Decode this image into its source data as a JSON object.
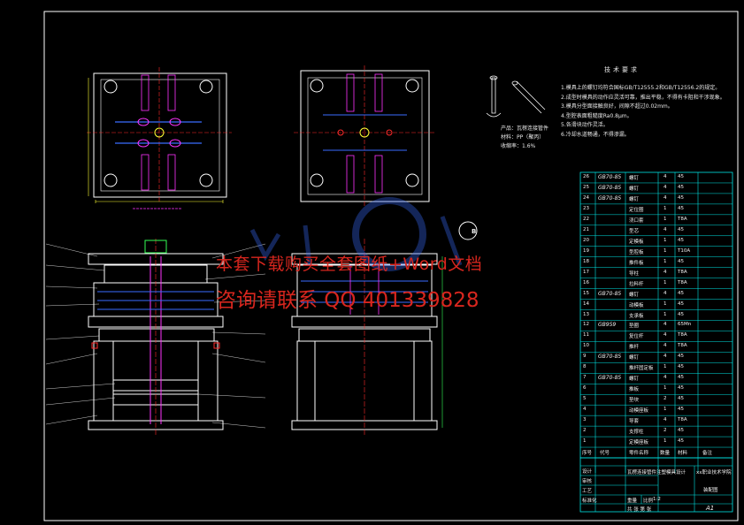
{
  "watermark": {
    "line1": "本套下载购买全套图纸+Word文档",
    "line2": "咨询请联系 QQ 401339828",
    "color": "#d7261e"
  },
  "technical_requirements": {
    "title": "技术要求",
    "items": [
      "1.模具上的螺钉均符合国标GB/T12555.2和GB/T12556.2的规定。",
      "2.成型时模具的动作应灵活可靠，推出平稳，不得有卡阻和干涉现象。",
      "3.模具分型面接触良好，间隙不超过0.02mm。",
      "4.型腔表面粗糙度Ra0.8μm。",
      "5.各滑块动作灵活。",
      "6.冷却水道畅通，不得渗漏。"
    ]
  },
  "part_note": {
    "lines": [
      "产品：瓦楞连接管件",
      "材料：PP（聚丙）",
      "收缩率：1.6%"
    ]
  },
  "bom": {
    "rows": [
      {
        "no": "26",
        "std": "GB70-85",
        "name": "螺钉",
        "qty": "4",
        "mat": "45"
      },
      {
        "no": "25",
        "std": "GB70-85",
        "name": "螺钉",
        "qty": "4",
        "mat": "45"
      },
      {
        "no": "24",
        "std": "GB70-85",
        "name": "螺钉",
        "qty": "4",
        "mat": "45"
      },
      {
        "no": "23",
        "std": "",
        "name": "定位圈",
        "qty": "1",
        "mat": "45"
      },
      {
        "no": "22",
        "std": "",
        "name": "浇口套",
        "qty": "1",
        "mat": "T8A"
      },
      {
        "no": "21",
        "std": "",
        "name": "型芯",
        "qty": "4",
        "mat": "45"
      },
      {
        "no": "20",
        "std": "",
        "name": "定模板",
        "qty": "1",
        "mat": "45"
      },
      {
        "no": "19",
        "std": "",
        "name": "型腔板",
        "qty": "1",
        "mat": "T10A"
      },
      {
        "no": "18",
        "std": "",
        "name": "推件板",
        "qty": "1",
        "mat": "45"
      },
      {
        "no": "17",
        "std": "",
        "name": "导柱",
        "qty": "4",
        "mat": "T8A"
      },
      {
        "no": "16",
        "std": "",
        "name": "拉料杆",
        "qty": "1",
        "mat": "T8A"
      },
      {
        "no": "15",
        "std": "GB70-85",
        "name": "螺钉",
        "qty": "4",
        "mat": "45"
      },
      {
        "no": "14",
        "std": "",
        "name": "动模板",
        "qty": "1",
        "mat": "45"
      },
      {
        "no": "13",
        "std": "",
        "name": "支承板",
        "qty": "1",
        "mat": "45"
      },
      {
        "no": "12",
        "std": "GB959",
        "name": "垫圈",
        "qty": "4",
        "mat": "65Mn"
      },
      {
        "no": "11",
        "std": "",
        "name": "复位杆",
        "qty": "4",
        "mat": "T8A"
      },
      {
        "no": "10",
        "std": "",
        "name": "推杆",
        "qty": "4",
        "mat": "T8A"
      },
      {
        "no": "9",
        "std": "GB70-85",
        "name": "螺钉",
        "qty": "4",
        "mat": "45"
      },
      {
        "no": "8",
        "std": "",
        "name": "推杆固定板",
        "qty": "1",
        "mat": "45"
      },
      {
        "no": "7",
        "std": "GB70-85",
        "name": "螺钉",
        "qty": "4",
        "mat": "45"
      },
      {
        "no": "6",
        "std": "",
        "name": "推板",
        "qty": "1",
        "mat": "45"
      },
      {
        "no": "5",
        "std": "",
        "name": "垫块",
        "qty": "2",
        "mat": "45"
      },
      {
        "no": "4",
        "std": "",
        "name": "动模座板",
        "qty": "1",
        "mat": "45"
      },
      {
        "no": "3",
        "std": "",
        "name": "导套",
        "qty": "4",
        "mat": "T8A"
      },
      {
        "no": "2",
        "std": "",
        "name": "支撑柱",
        "qty": "2",
        "mat": "45"
      },
      {
        "no": "1",
        "std": "",
        "name": "定模座板",
        "qty": "1",
        "mat": "45"
      }
    ],
    "header": [
      "序号",
      "代号",
      "零件名称",
      "数量",
      "材料",
      "备注"
    ]
  },
  "title_block": {
    "rows": [
      "设计",
      "审核",
      "工艺",
      "标准化"
    ],
    "title": "瓦楞连接管件注塑模具设计",
    "school": "xx职业技术学院",
    "sheet": "A1",
    "scale_label": "比例",
    "scale": "1:2",
    "drawing_name": "装配图",
    "weight_label": "重量",
    "sheet_label": "共 张 第 张"
  },
  "section_label": "B",
  "colors": {
    "frame": "#ffffff",
    "cyan": "#00e5e5",
    "red": "#ff2a2a",
    "magenta": "#ff33ff",
    "yellow": "#ffff33",
    "blue": "#3a6dff",
    "green": "#33ff55"
  }
}
